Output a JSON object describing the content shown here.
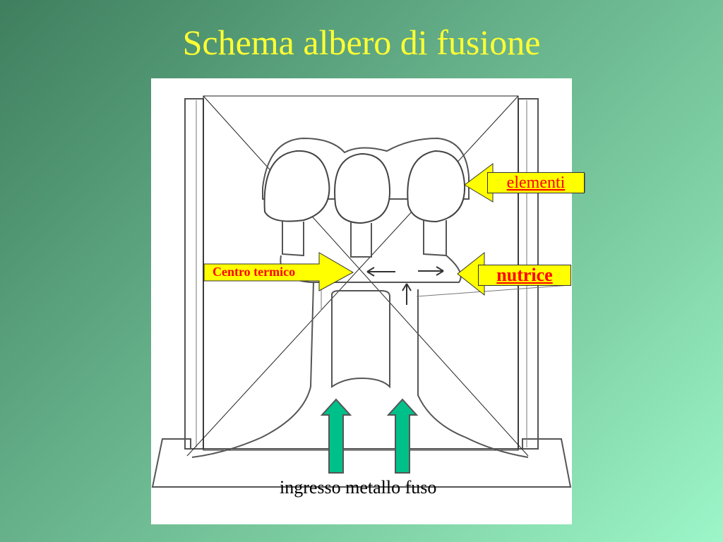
{
  "title": "Schema albero di fusione",
  "labels": {
    "elementi": "elementi",
    "nutrice": "nutrice",
    "centro_termico": "Centro termico"
  },
  "caption": "ingresso metallo fuso",
  "colors": {
    "title": "#ffff33",
    "label_bg": "#ffff00",
    "label_text": "#ff0000",
    "arrow_green": "#00c08a",
    "arrow_yellow": "#ffff00"
  }
}
